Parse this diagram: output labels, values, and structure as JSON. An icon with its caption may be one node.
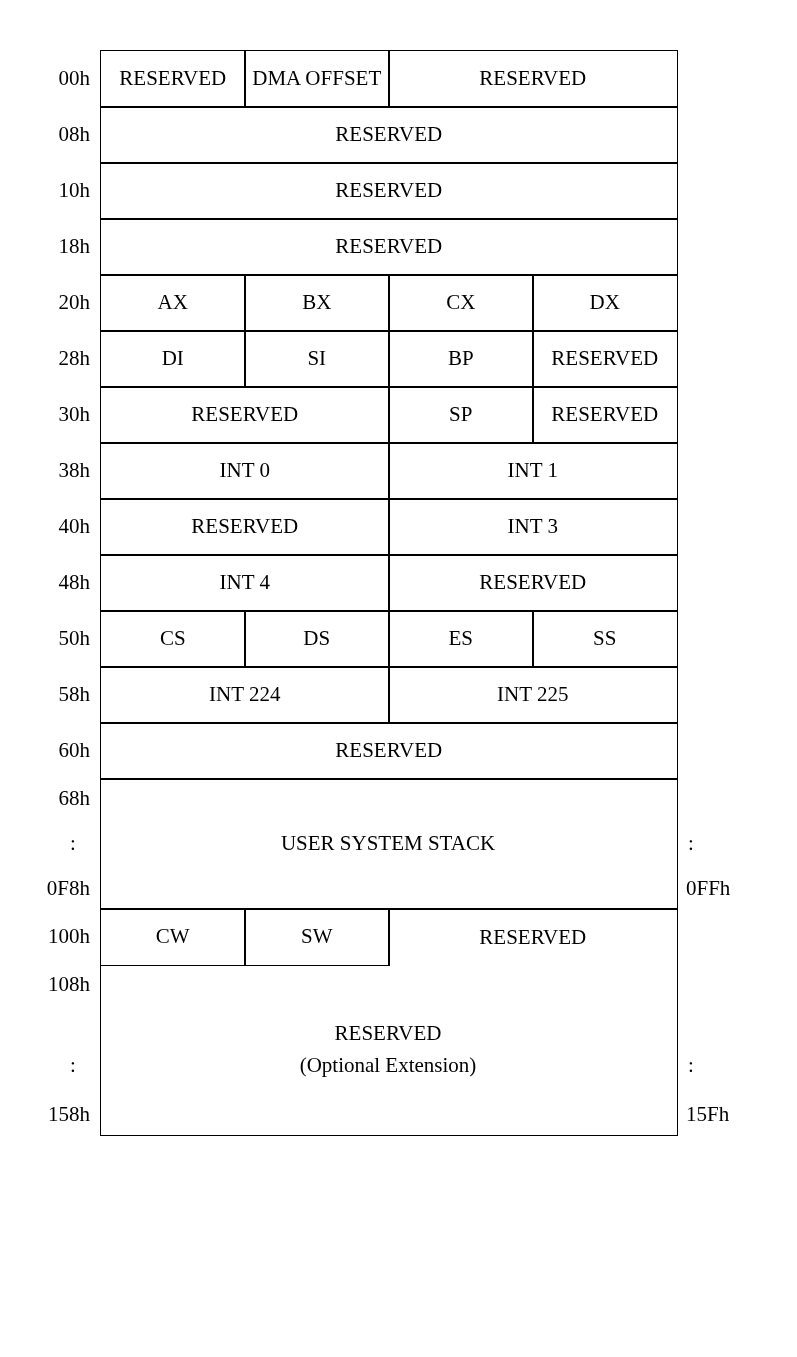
{
  "diagram": {
    "labels": [
      "00h",
      "RESERVED",
      "DMA OFFSET",
      "RESERVED",
      "08h",
      "RESERVED",
      "10h",
      "RESERVED",
      "18h",
      "RESERVED",
      "20h",
      "AX",
      "BX",
      "CX",
      "DX",
      "28h",
      "DI",
      "SI",
      "BP",
      "RESERVED",
      "30h",
      "RESERVED",
      "SP",
      "RESERVED",
      "38h",
      "INT 0",
      "INT 1",
      "40h",
      "RESERVED",
      "INT 3",
      "48h",
      "INT 4",
      "RESERVED",
      "50h",
      "CS",
      "DS",
      "ES",
      "SS",
      "58h",
      "INT 224",
      "INT 225",
      "60h",
      "RESERVED",
      "68h",
      ":",
      "USER SYSTEM STACK",
      ":",
      "0F8h",
      "0FFh",
      "100h",
      "CW",
      "SW",
      "RESERVED",
      "108h",
      "RESERVED",
      ":",
      "(Optional Extension)",
      ":",
      "158h",
      "15Fh"
    ]
  }
}
